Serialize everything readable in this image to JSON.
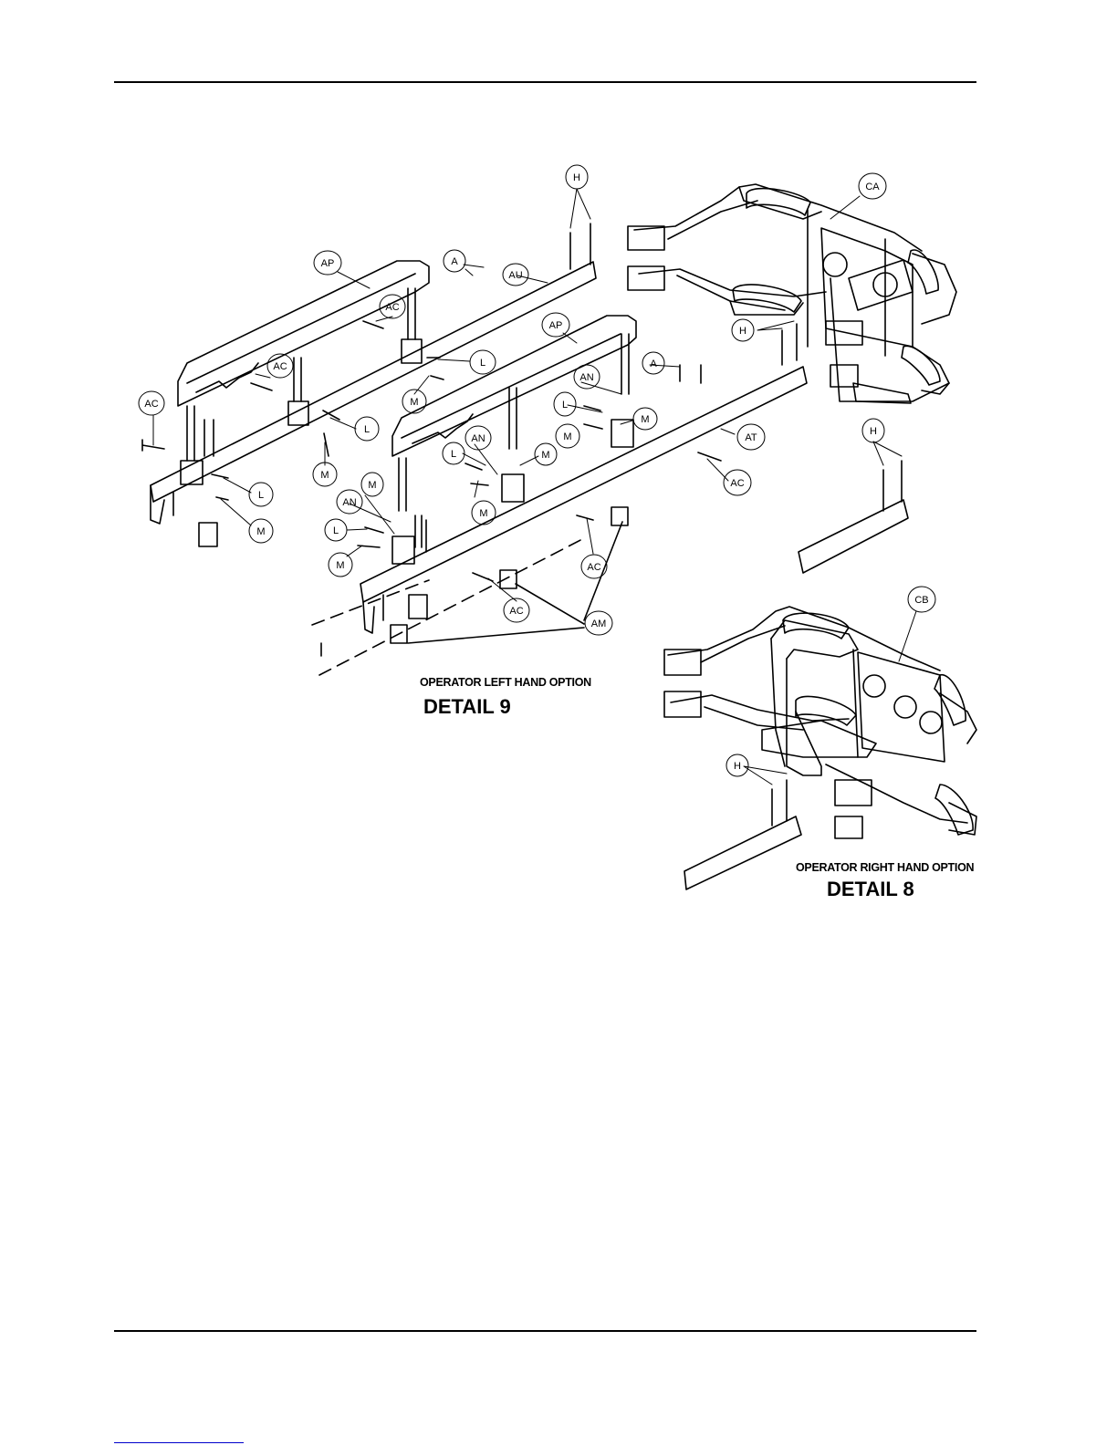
{
  "callouts": {
    "h_top": "H",
    "a_left": "A",
    "au": "AU",
    "ap_left": "AP",
    "ac_1": "AC",
    "ac_2": "AC",
    "ac_3": "AC",
    "l_1": "L",
    "m_1": "M",
    "l_2": "L",
    "m_2": "M",
    "l_3": "L",
    "m_3": "M",
    "ap_mid": "AP",
    "an_1": "AN",
    "an_2": "AN",
    "an_3": "AN",
    "l_4": "L",
    "m_4": "M",
    "m_5": "M",
    "l_5": "L",
    "m_6": "M",
    "m_7": "M",
    "l_6": "L",
    "m_8": "M",
    "a_right": "A",
    "h_mid": "H",
    "at": "AT",
    "ac_4": "AC",
    "ac_5": "AC",
    "ac_6": "AC",
    "am": "AM",
    "ca": "CA",
    "h_right": "H",
    "cb": "CB",
    "h_bottom": "H"
  },
  "captions": {
    "left_option": "OPERATOR LEFT HAND OPTION",
    "left_detail": "DETAIL 9",
    "right_option": "OPERATOR RIGHT HAND OPTION",
    "right_detail": "DETAIL 8"
  }
}
